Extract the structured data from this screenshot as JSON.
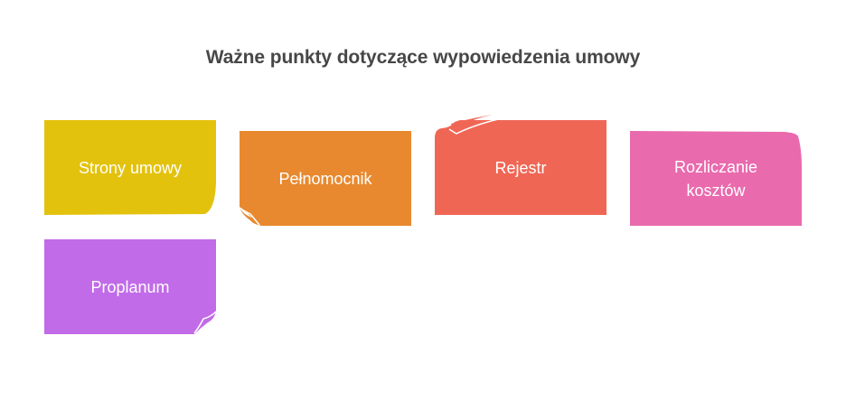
{
  "title": "Ważne punkty dotyczące wypowiedzenia umowy",
  "cards": [
    {
      "label": "Strony umowy",
      "color": "#E3C20E",
      "curl": "bottom-right-soft"
    },
    {
      "label": "Pełnomocnik",
      "color": "#E8892F",
      "curl": "bottom-left"
    },
    {
      "label": "Rejestr",
      "color": "#F06655",
      "curl": "top-left"
    },
    {
      "label": "Rozliczanie kosztów",
      "color": "#E96AAD",
      "curl": "top-right-soft"
    },
    {
      "label": "Proplanum",
      "color": "#C16BE8",
      "curl": "bottom-right"
    }
  ]
}
